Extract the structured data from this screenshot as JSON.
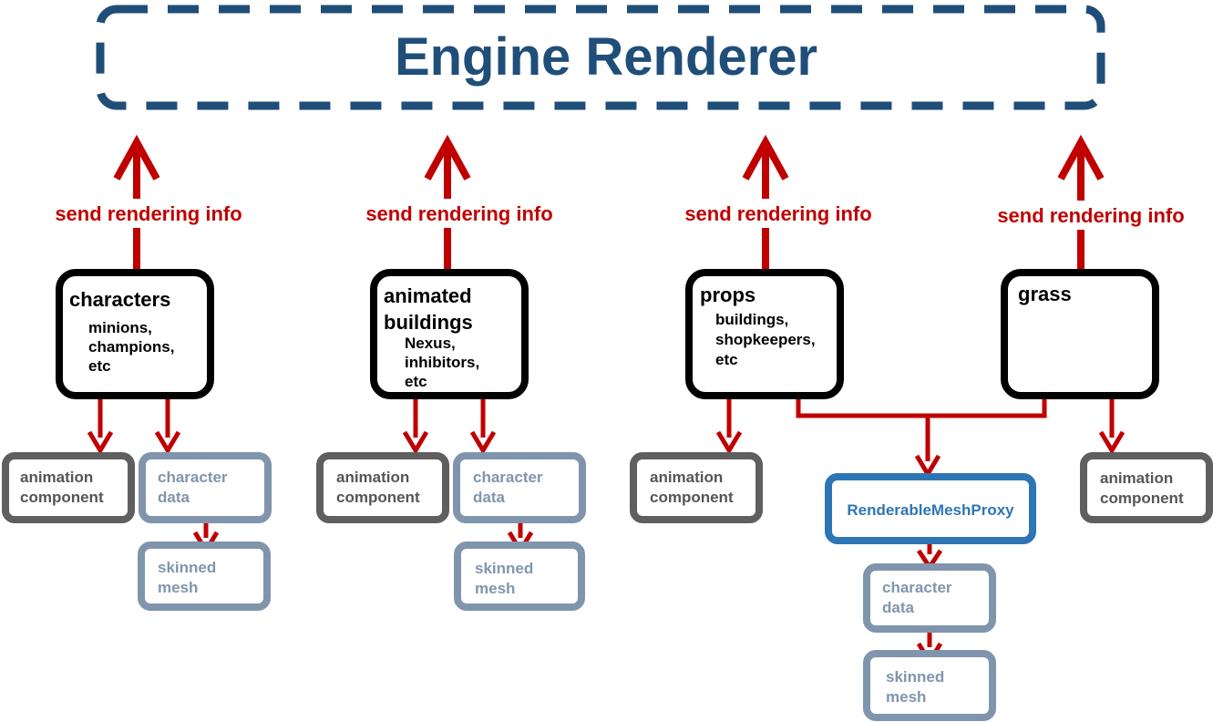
{
  "title": "Engine Renderer",
  "send_label": "send rendering info",
  "nodes": {
    "characters": {
      "title": "characters",
      "lines": [
        "minions,",
        "champions,",
        "etc"
      ]
    },
    "animated_buildings": {
      "title_lines": [
        "animated",
        "buildings"
      ],
      "lines": [
        "Nexus,",
        "inhibitors,",
        "etc"
      ]
    },
    "props": {
      "title": "props",
      "lines": [
        "buildings,",
        "shopkeepers,",
        "etc"
      ]
    },
    "grass": {
      "title": "grass"
    }
  },
  "components": {
    "animation": [
      "animation",
      "component"
    ],
    "character_data": [
      "character",
      "data"
    ],
    "skinned_mesh": [
      "skinned",
      "mesh"
    ],
    "proxy": "RenderableMeshProxy"
  },
  "colors": {
    "title_blue": "#1f4e79",
    "arrow_red": "#c00000",
    "node_black": "#000000",
    "component_gray": "#5f5f5f",
    "light_blue_gray": "#8095ad",
    "proxy_blue": "#2e75b6"
  }
}
